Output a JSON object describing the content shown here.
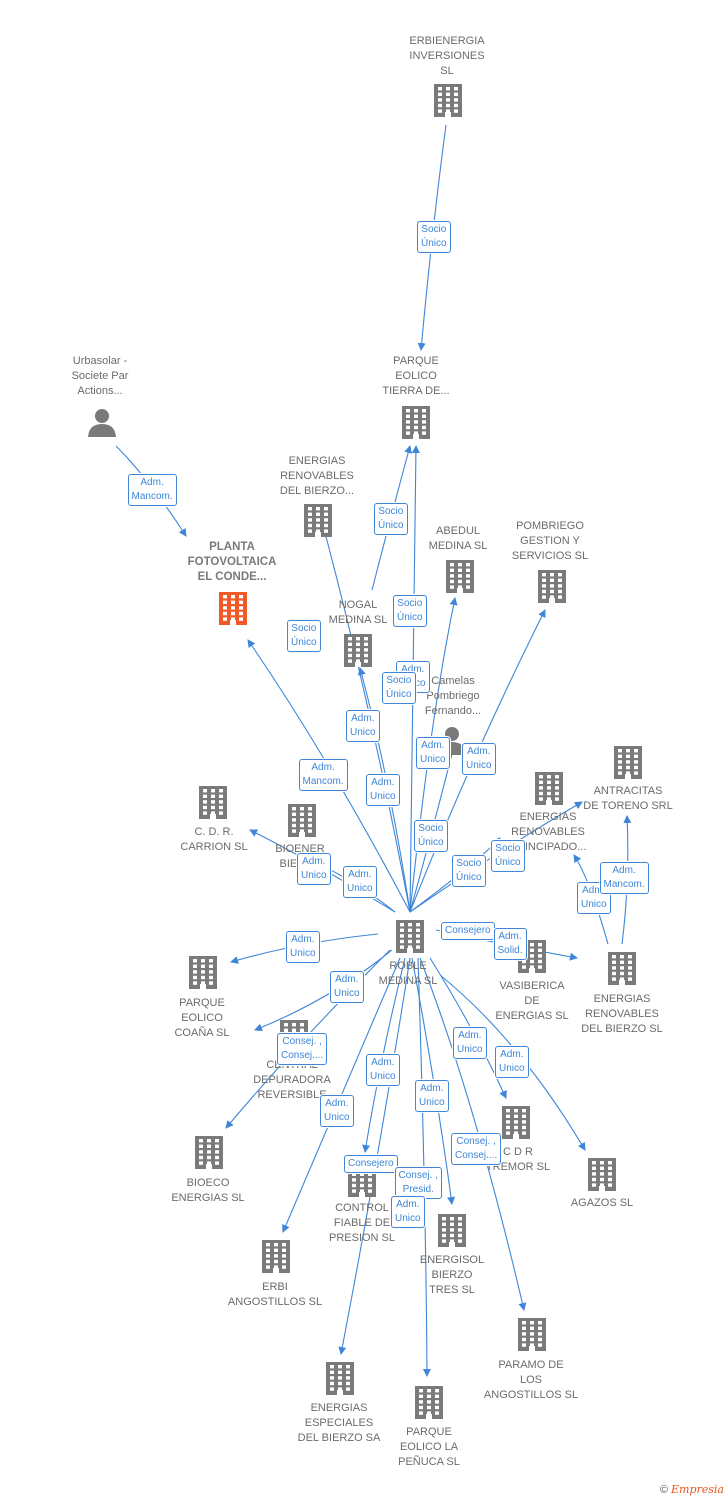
{
  "colors": {
    "edge": "#3f86d8",
    "building": "#7a7a7a",
    "main_building": "#f05a28",
    "person": "#7a7a7a"
  },
  "nodes": [
    {
      "id": "erbienergia",
      "label": "ERBIENERGIA\nINVERSIONES\nSL",
      "icon": "building-icon"
    },
    {
      "id": "parque_tierra",
      "label": "PARQUE\nEOLICO\nTIERRA DE...",
      "icon": "building-icon"
    },
    {
      "id": "urbasolar",
      "label": "Urbasolar -\nSociete Par\nActions...",
      "icon": "person-icon"
    },
    {
      "id": "planta",
      "label": "PLANTA\nFOTOVOLTAICA\nEL CONDE...",
      "icon": "building-icon",
      "main": true
    },
    {
      "id": "er_bierzo_top",
      "label": "ENERGIAS\nRENOVABLES\nDEL BIERZO...",
      "icon": "building-icon"
    },
    {
      "id": "abedul",
      "label": "ABEDUL\nMEDINA SL",
      "icon": "building-icon"
    },
    {
      "id": "pombriego_gs",
      "label": "POMBRIEGO\nGESTION Y\nSERVICIOS  SL",
      "icon": "building-icon"
    },
    {
      "id": "nogal",
      "label": "NOGAL\nMEDINA SL",
      "icon": "building-icon"
    },
    {
      "id": "camelas",
      "label": "Camelas\nPombriego\nFernando...",
      "icon": "person-icon"
    },
    {
      "id": "antracitas",
      "label": "ANTRACITAS\nDE TORENO SRL",
      "icon": "building-icon"
    },
    {
      "id": "cdr_carrion",
      "label": "C.  D.  R.\nCARRION  SL",
      "icon": "building-icon"
    },
    {
      "id": "bioener",
      "label": "BIOENER\nBIERZO",
      "icon": "building-icon"
    },
    {
      "id": "er_principado",
      "label": "ENERGIAS\nRENOVABLES\nPRINCIPADO...",
      "icon": "building-icon"
    },
    {
      "id": "roble",
      "label": "ROBLE\nMEDINA SL",
      "icon": "building-icon"
    },
    {
      "id": "vasiberica",
      "label": "VASIBERICA\nDE\nENERGIAS SL",
      "icon": "building-icon"
    },
    {
      "id": "er_bierzo_sl",
      "label": "ENERGIAS\nRENOVABLES\nDEL BIERZO SL",
      "icon": "building-icon"
    },
    {
      "id": "coana",
      "label": "PARQUE\nEOLICO\nCOAÑA SL",
      "icon": "building-icon"
    },
    {
      "id": "central",
      "label": "CENTRAL\nDEPURADORA\nREVERSIBLE",
      "icon": "building-icon"
    },
    {
      "id": "cdr_tremor",
      "label": "C D R\nTREMOR SL",
      "icon": "building-icon"
    },
    {
      "id": "agazos",
      "label": "AGAZOS SL",
      "icon": "building-icon"
    },
    {
      "id": "bioeco",
      "label": "BIOECO\nENERGIAS SL",
      "icon": "building-icon"
    },
    {
      "id": "control",
      "label": "CONTROL\nFIABLE DE\nPRESION SL",
      "icon": "building-icon"
    },
    {
      "id": "energisol",
      "label": "ENERGISOL\nBIERZO\nTRES SL",
      "icon": "building-icon"
    },
    {
      "id": "erbi_ang",
      "label": "ERBI\nANGOSTILLOS SL",
      "icon": "building-icon"
    },
    {
      "id": "paramo",
      "label": "PARAMO DE\nLOS\nANGOSTILLOS SL",
      "icon": "building-icon"
    },
    {
      "id": "ee_bierzo",
      "label": "ENERGIAS\nESPECIALES\nDEL BIERZO SA",
      "icon": "building-icon"
    },
    {
      "id": "penuca",
      "label": "PARQUE\nEOLICO LA\nPEÑUCA SL",
      "icon": "building-icon"
    }
  ],
  "badges": [
    "Socio\nÚnico",
    "Adm.\nMancom.",
    "Socio\nÚnico",
    "Socio\nÚnico",
    "Socio\nÚnico",
    "Adm.\nUnico",
    "Socio\nÚnico",
    "Adm.\nUnico",
    "Adm.\nUnico",
    "Adm.\nUnico",
    "Adm.\nMancom.",
    "Adm.\nUnico",
    "Socio\nÚnico",
    "Adm.\nUnico",
    "Adm.\nUnico",
    "Socio\nÚnico",
    "Socio\nÚnico",
    "Adm.\nUnico",
    "Adm.\nMancom.",
    "Consejero",
    "Adm.\nSolid.",
    "Adm.\nUnico",
    "Adm.\nUnico",
    "Consej. ,\nConsej....",
    "Adm.\nUnico",
    "Adm.\nUnico",
    "Adm.\nUnico",
    "Adm.\nUnico",
    "Adm.\nUnico",
    "Consej. ,\nConsej....",
    "Consejero",
    "Consej. ,\nPresid.",
    "Adm.\nUnico"
  ],
  "footer": {
    "copyright": "©",
    "brand": "Empresia"
  }
}
